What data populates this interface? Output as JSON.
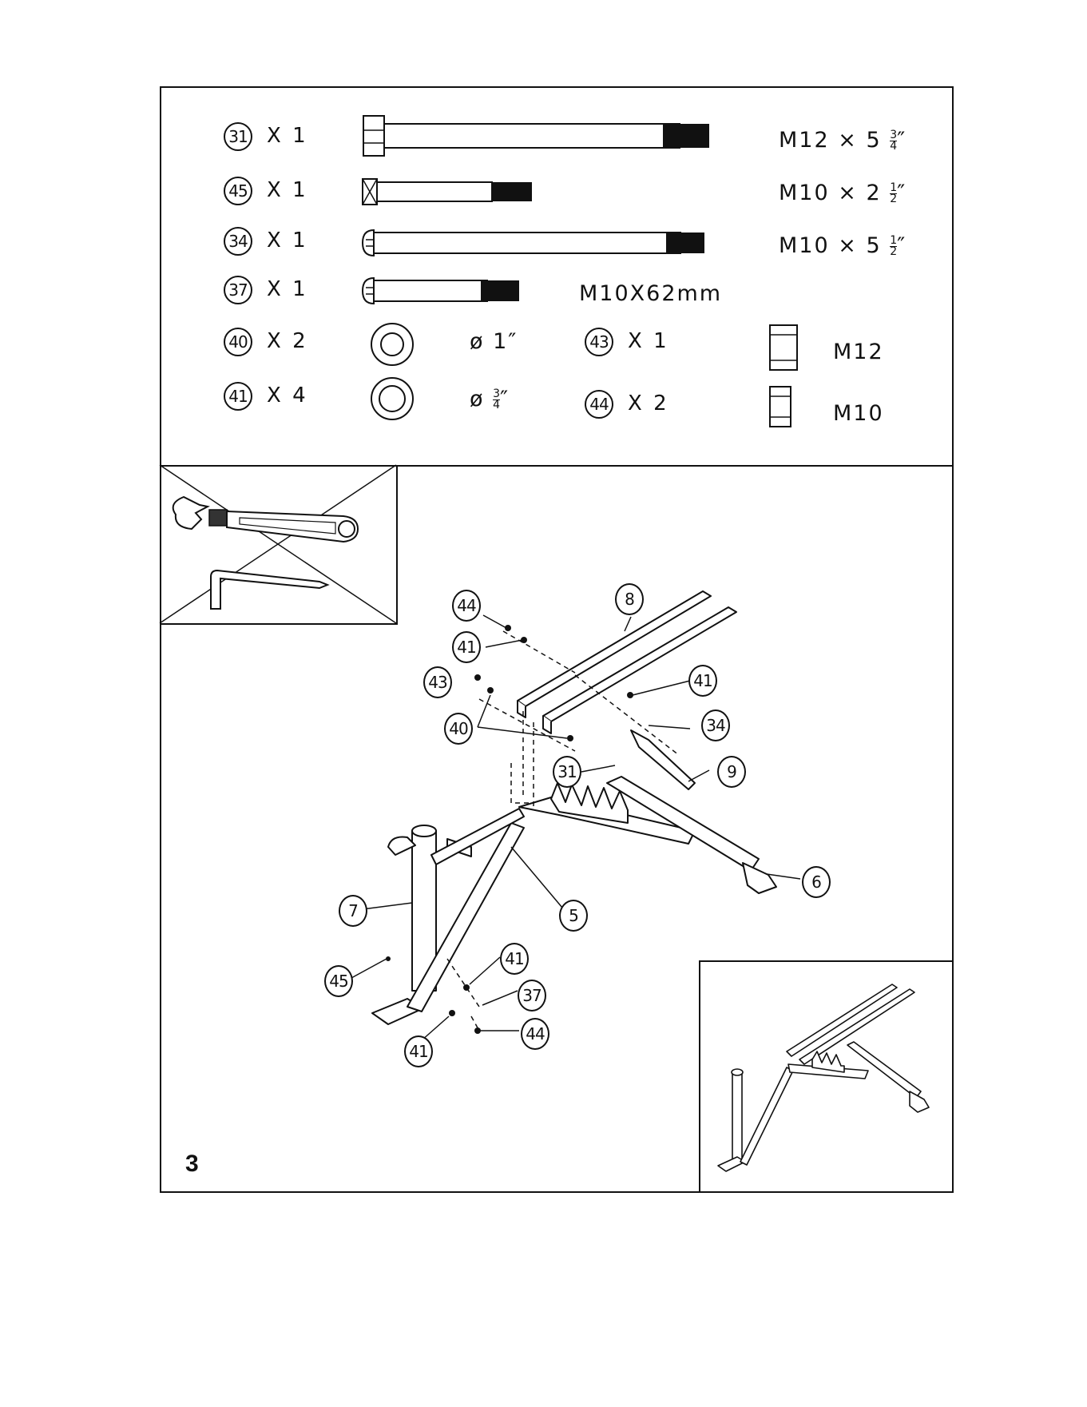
{
  "page_number": "3",
  "hardware": [
    {
      "id": "31",
      "qty": "X 1",
      "spec": "M12 × 5",
      "frac_num": "3",
      "frac_den": "4",
      "type": "hex-bolt-long"
    },
    {
      "id": "45",
      "qty": "X 1",
      "spec": "M10 × 2",
      "frac_num": "1",
      "frac_den": "2",
      "type": "carriage-bolt-short"
    },
    {
      "id": "34",
      "qty": "X 1",
      "spec": "M10 × 5",
      "frac_num": "1",
      "frac_den": "2",
      "type": "button-bolt-long"
    },
    {
      "id": "37",
      "qty": "X 1",
      "spec": "M10X62mm",
      "type": "button-bolt-medium"
    },
    {
      "id": "40",
      "qty": "X 2",
      "spec": "ø 1″",
      "type": "washer"
    },
    {
      "id": "41",
      "qty": "X 4",
      "spec": "ø",
      "frac_num": "3",
      "frac_den": "4",
      "type": "washer"
    }
  ],
  "nuts": [
    {
      "id": "43",
      "qty": "X 1",
      "spec": "M12"
    },
    {
      "id": "44",
      "qty": "X 2",
      "spec": "M10"
    }
  ],
  "diagram_callouts": [
    "44",
    "41",
    "43",
    "40",
    "8",
    "41",
    "34",
    "31",
    "9",
    "6",
    "5",
    "7",
    "45",
    "41",
    "37",
    "44",
    "41"
  ],
  "icons": {
    "tools": "wrench-and-allen-key-icon"
  }
}
